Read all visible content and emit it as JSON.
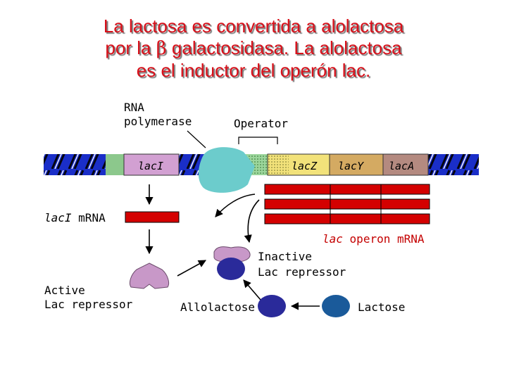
{
  "title": {
    "line1": "La lactosa es convertida a alolactosa",
    "line2_before": "por la ",
    "line2_symbol": "β",
    "line2_after": " galactosidasa. La alolactosa",
    "line3": "es el inductor del operón lac."
  },
  "labels": {
    "rna_polymerase_1": "RNA",
    "rna_polymerase_2": "polymerase",
    "operator": "Operator",
    "laci_mrna_gene": "lacI",
    "laci_mrna_text": "mRNA",
    "inactive_1": "Inactive",
    "inactive_2": "Lac repressor",
    "active_1": "Active",
    "active_2": "Lac repressor",
    "allolactose": "Allolactose",
    "lactose": "Lactose",
    "operon_mrna_gene": "lac",
    "operon_mrna_text": "operon mRNA"
  },
  "genes": {
    "laci": "lacI",
    "lacz": "lacZ",
    "lacy": "lacY",
    "laca": "lacA"
  },
  "colors": {
    "title": "#d8101a",
    "dna_blue": "#1a2ec8",
    "promoter": "#8cc88c",
    "laci": "#d2a0d2",
    "operator": "#9cd69c",
    "lacz": "#f2e27a",
    "lacy": "#d4aa62",
    "laca": "#b48a80",
    "polymerase": "#6ccccc",
    "mrna": "#d40000",
    "repressor": "#c898c8",
    "allolactose": "#2a2a9a",
    "lactose": "#1a5a9a"
  }
}
